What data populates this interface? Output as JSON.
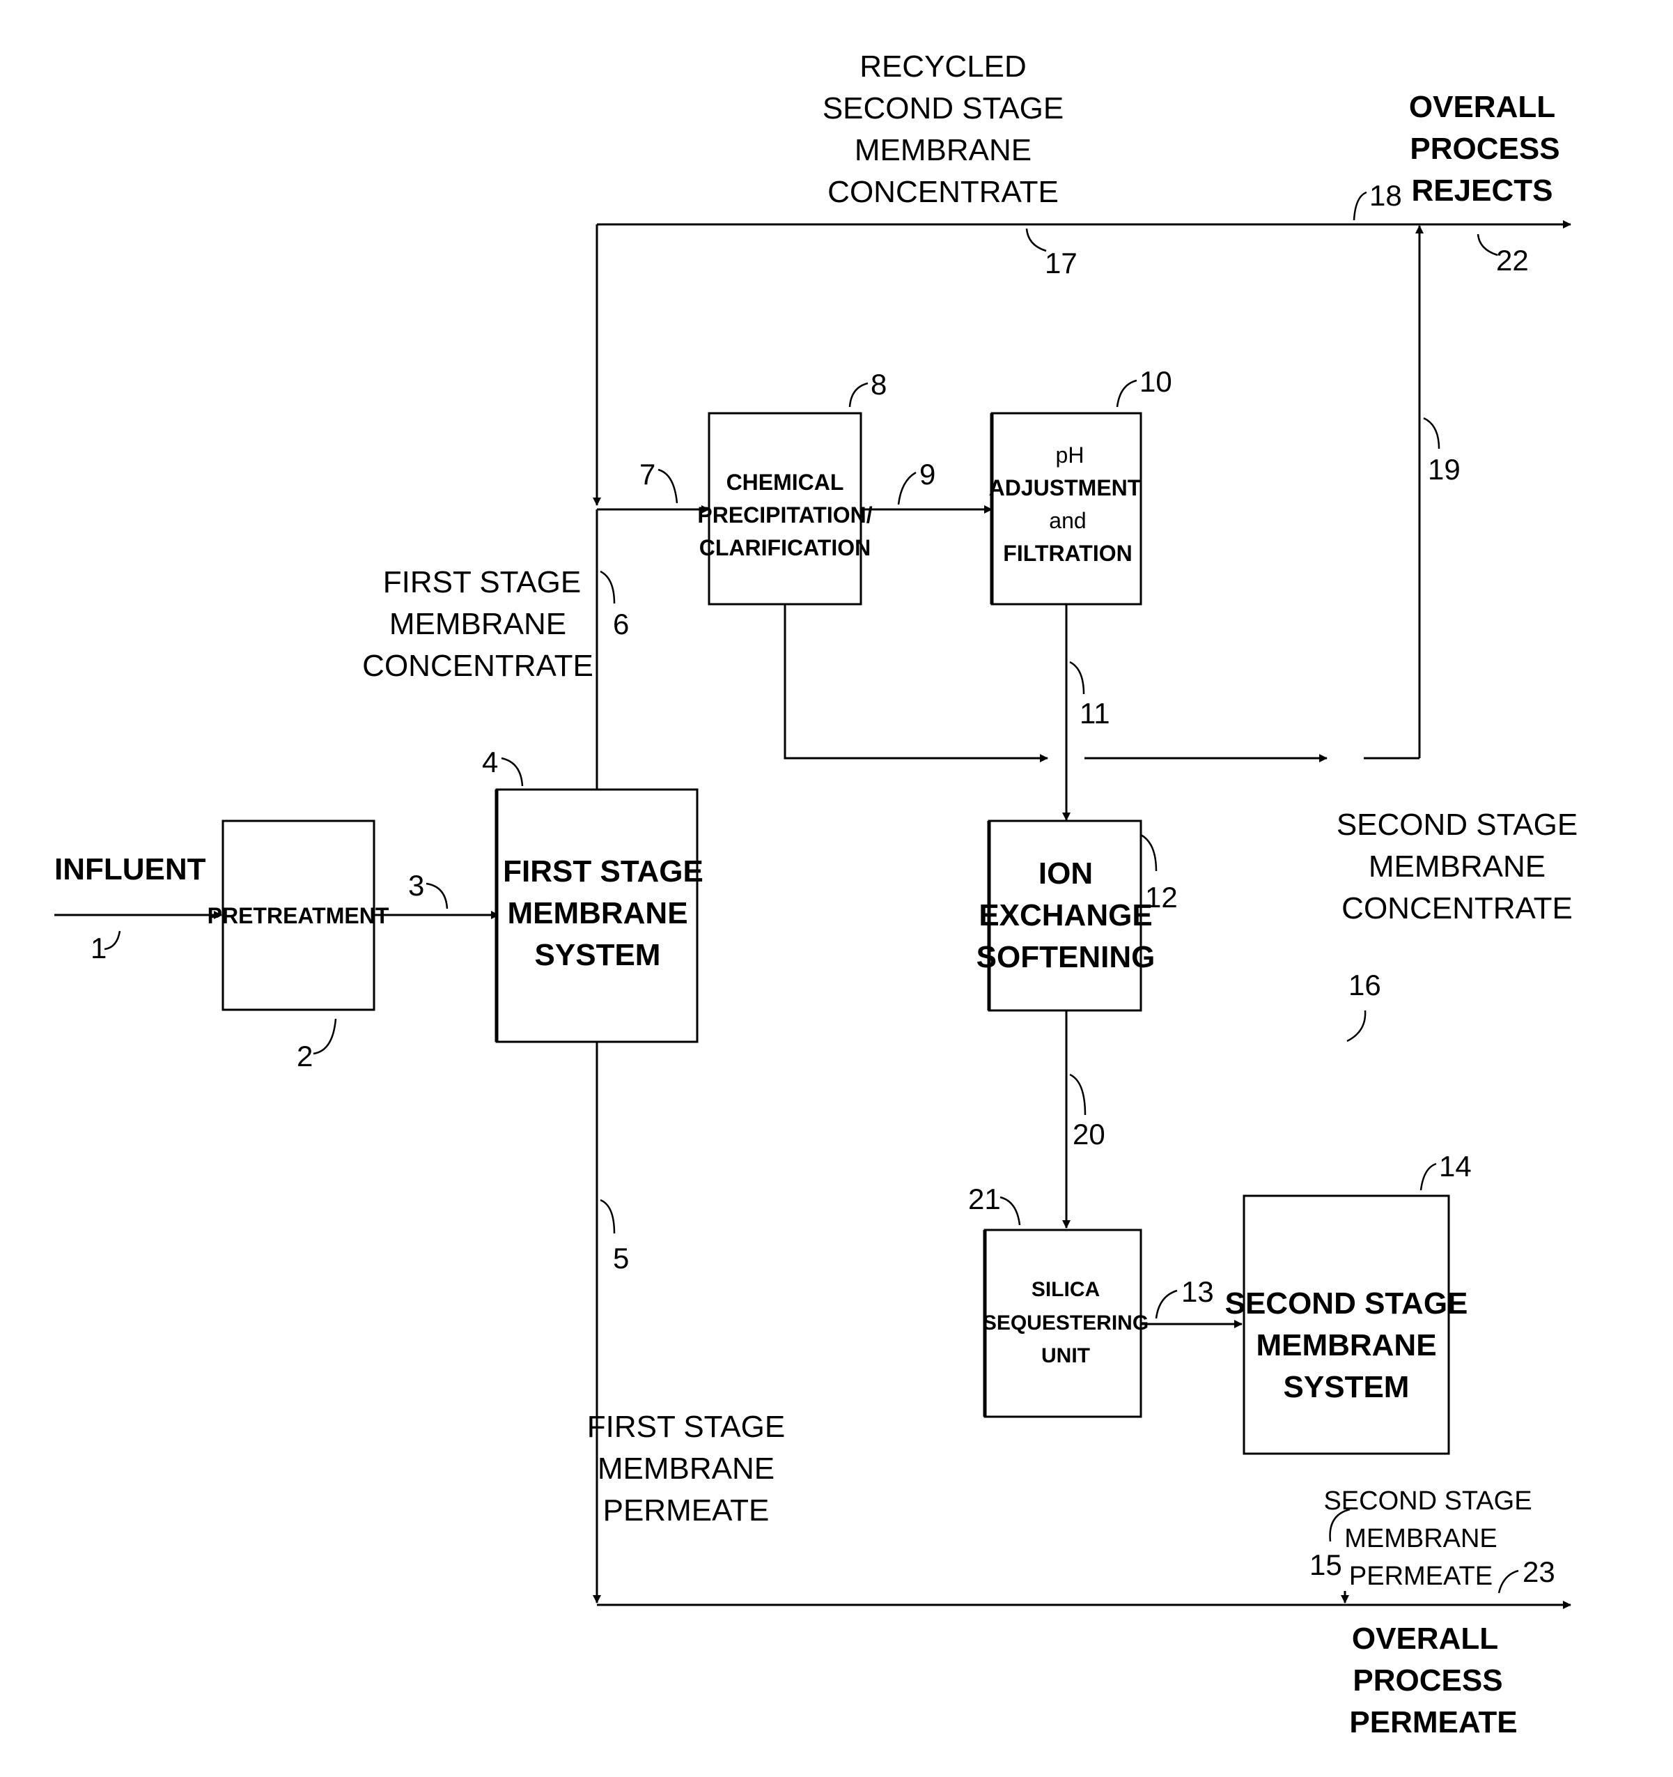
{
  "labels": {
    "influent": "INFLUENT",
    "recycled": [
      "RECYCLED",
      "SECOND STAGE",
      "MEMBRANE",
      "CONCENTRATE"
    ],
    "overall_rejects": [
      "OVERALL",
      "PROCESS",
      "REJECTS"
    ],
    "first_concentrate": [
      "FIRST STAGE",
      "MEMBRANE",
      "CONCENTRATE"
    ],
    "second_concentrate": [
      "SECOND STAGE",
      "MEMBRANE",
      "CONCENTRATE"
    ],
    "first_permeate": [
      "FIRST STAGE",
      "MEMBRANE",
      "PERMEATE"
    ],
    "second_permeate": [
      "SECOND STAGE",
      "MEMBRANE",
      "PERMEATE"
    ],
    "overall_permeate": [
      "OVERALL",
      "PROCESS",
      "PERMEATE"
    ]
  },
  "boxes": {
    "pretreatment": [
      "PRETREATMENT"
    ],
    "first_stage": [
      "FIRST STAGE",
      "MEMBRANE",
      "SYSTEM"
    ],
    "chemical": [
      "CHEMICAL",
      "PRECIPITATION/",
      "CLARIFICATION"
    ],
    "ph": [
      "pH",
      "ADJUSTMENT",
      "and",
      "FILTRATION"
    ],
    "ion_exchange": [
      "ION",
      "EXCHANGE",
      "SOFTENING"
    ],
    "silica": [
      "SILICA",
      "SEQUESTERING",
      "UNIT"
    ],
    "second_stage": [
      "SECOND STAGE",
      "MEMBRANE",
      "SYSTEM"
    ]
  },
  "refs": {
    "r1": "1",
    "r2": "2",
    "r3": "3",
    "r4": "4",
    "r5": "5",
    "r6": "6",
    "r7": "7",
    "r8": "8",
    "r9": "9",
    "r10": "10",
    "r11": "11",
    "r12": "12",
    "r13": "13",
    "r14": "14",
    "r15": "15",
    "r16": "16",
    "r17": "17",
    "r18": "18",
    "r19": "19",
    "r20": "20",
    "r21": "21",
    "r22": "22",
    "r23": "23"
  }
}
